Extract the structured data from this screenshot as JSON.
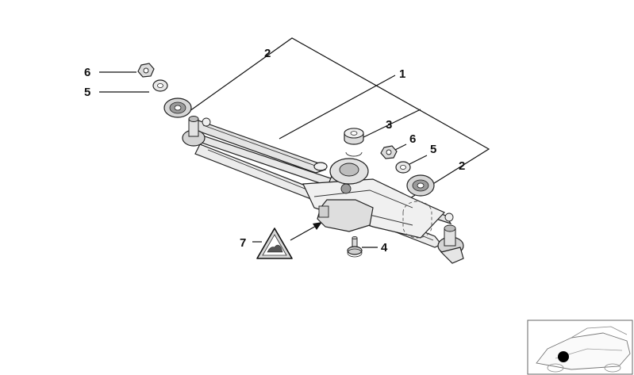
{
  "diagram": {
    "callouts": {
      "c1": "1",
      "c2a": "2",
      "c2b": "2",
      "c3": "3",
      "c4": "4",
      "c5a": "5",
      "c5b": "5",
      "c6a": "6",
      "c6b": "6",
      "c7": "7"
    },
    "colors": {
      "line": "#111111",
      "part_fill": "#e6e6e6",
      "part_dark": "#9a9a9a",
      "warning_fill": "#d8d8d8"
    },
    "icons": {
      "warning": "warning-triangle-icon",
      "car_thumbnail": "car-location-thumbnail-icon"
    }
  }
}
